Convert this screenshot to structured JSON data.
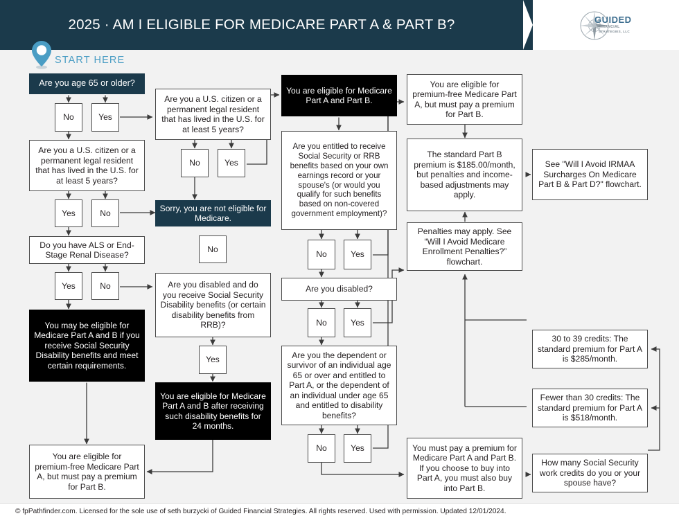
{
  "header": {
    "title": "2025 · AM I ELIGIBLE FOR MEDICARE PART A & PART B?",
    "logo": {
      "name": "GUIDED",
      "line2": "FINANCIAL",
      "line3": "STRATEGIES, LLC",
      "icon": "compass-rose-icon"
    },
    "accent_color": "#1b3a4b"
  },
  "start": {
    "label": "START HERE",
    "color": "#4a9dc4",
    "icon": "map-pin-icon"
  },
  "nodes": {
    "q_age65": "Are you age 65 or older?",
    "q_citizen_left": "Are you a U.S. citizen or a permanent legal resident that has lived in the U.S. for at least 5 years?",
    "q_als": "Do you have ALS or End-Stage Renal Disease?",
    "r_may_be_eligible": "You may be eligible for Medicare Part A and B if you receive Social Security Disability benefits and meet certain requirements.",
    "r_premium_free_a_bottom": "You are eligible for premium-free Medicare Part A, but must pay a premium for Part B.",
    "q_citizen_top": "Are you a U.S. citizen or a permanent legal resident that has lived in the U.S. for at least 5 years?",
    "r_not_eligible": "Sorry, you are not eligible for Medicare.",
    "q_disabled_ssdi": "Are you disabled and do you receive Social Security Disability benefits (or certain disability benefits from RRB)?",
    "r_eligible_24months": "You are eligible for Medicare Part A and B after receiving such disability benefits for 24 months.",
    "r_eligible_a_and_b": "You are eligible for Medicare Part A and Part B.",
    "q_entitled_ss_rrb": "Are you entitled to receive Social Security or RRB benefits based on your own earnings record or your spouse's (or would you qualify for such benefits based on non-covered government employment)?",
    "q_are_you_disabled": "Are you disabled?",
    "q_dependent_survivor": "Are you the dependent or survivor of an individual age 65 or over and entitled to Part A, or the dependent of an individual under age 65 and entitled to disability benefits?",
    "r_premium_free_a_top": "You are eligible for premium-free Medicare Part A, but must pay a premium for Part B.",
    "r_standard_part_b": "The standard Part B premium is $185.00/month, but penalties and income-based adjustments may apply.",
    "r_penalties": "Penalties may apply. See “Will I Avoid Medicare Enrollment Penalties?” flowchart.",
    "r_must_pay_premium_ab": "You must pay a premium for Medicare Part A and Part B. If you choose to buy into Part A, you must also buy into Part B.",
    "r_irmaa": "See \"Will I Avoid IRMAA Surcharges On Medicare Part B & Part D?\" flowchart.",
    "r_30_39_credits": "30 to 39 credits: The standard premium for Part A is $285/month.",
    "r_fewer_30_credits": "Fewer than 30 credits: The standard premium for Part A is $518/month.",
    "q_work_credits": "How many Social Security work credits do you or your spouse have?"
  },
  "answers": {
    "no": "No",
    "yes": "Yes"
  },
  "footer": {
    "text": "© fpPathfinder.com. Licensed for the sole use of seth burzycki of Guided Financial Strategies. All rights reserved. Used with permission. Updated 12/01/2024."
  }
}
